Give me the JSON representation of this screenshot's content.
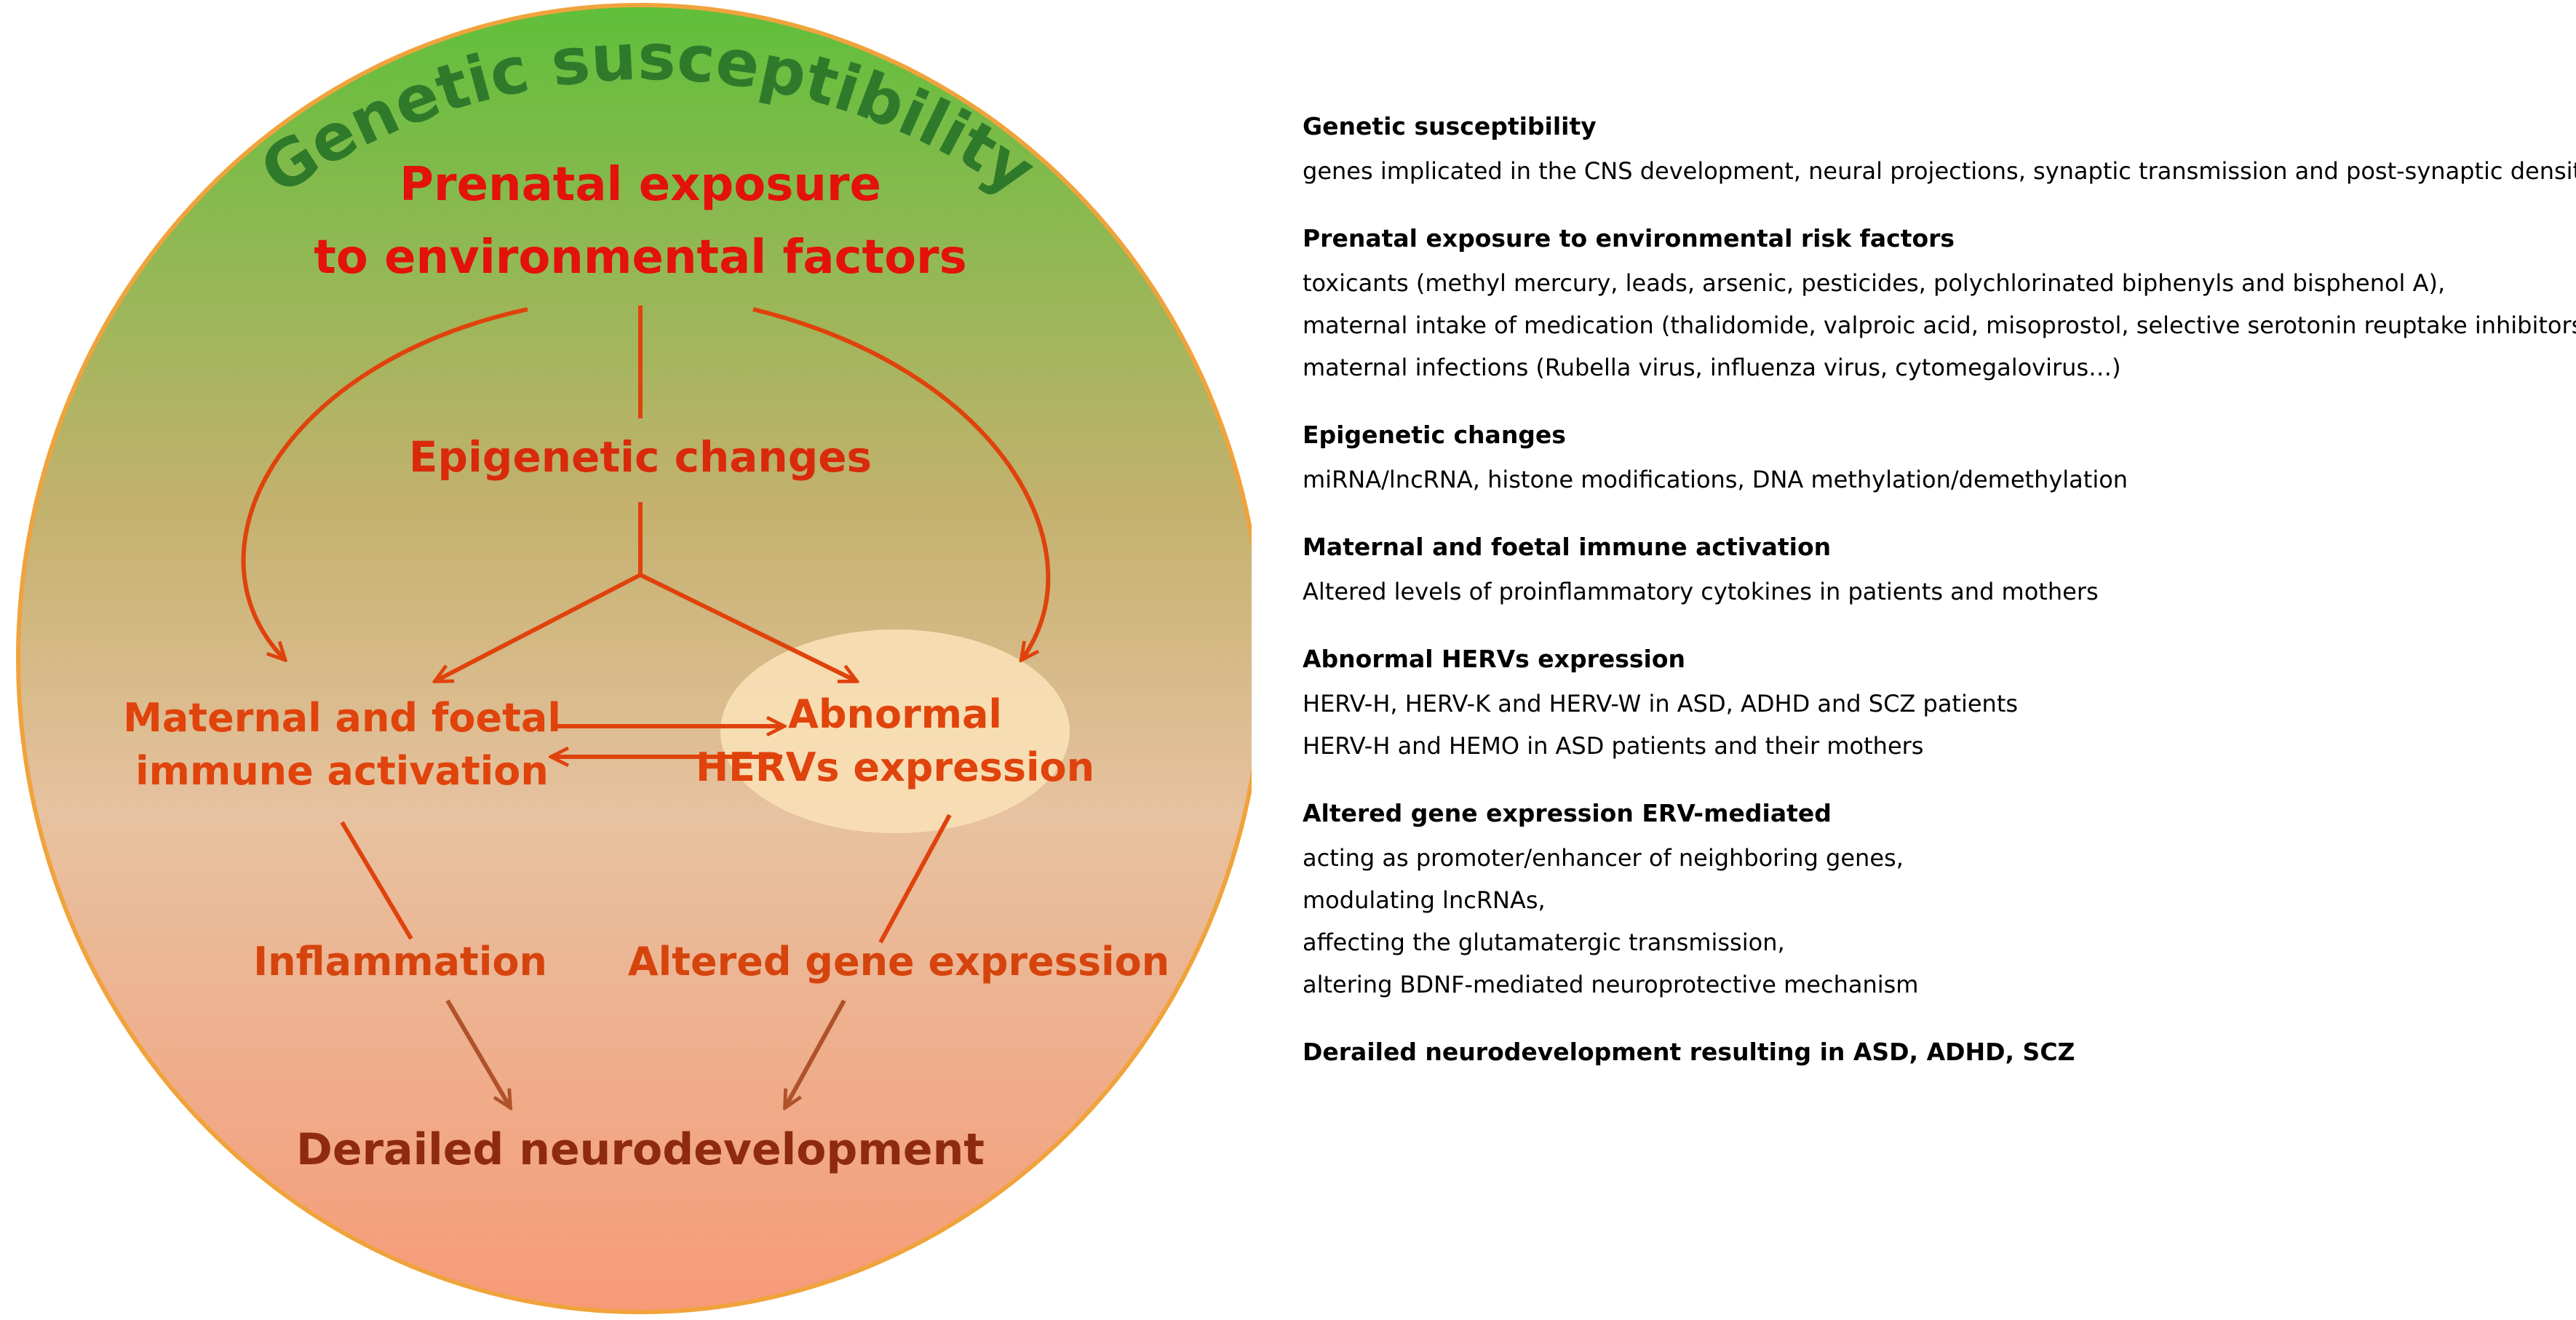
{
  "diagram": {
    "arc_title": "Genetic susceptibility",
    "prenatal_line1": "Prenatal exposure",
    "prenatal_line2": "to environmental factors",
    "epigenetic": "Epigenetic changes",
    "maternal_line1": "Maternal and foetal",
    "maternal_line2": "immune activation",
    "hervs_line1": "Abnormal",
    "hervs_line2": "HERVs expression",
    "inflammation": "Inflammation",
    "altered_gene": "Altered gene expression",
    "derailed": "Derailed neurodevelopment"
  },
  "legend": {
    "sections": [
      {
        "title": "Genetic susceptibility",
        "lines": [
          "genes implicated in the CNS development, neural projections, synaptic transmission and post-synaptic density"
        ]
      },
      {
        "title": "Prenatal exposure to environmental risk factors",
        "lines": [
          "toxicants (methyl mercury, leads, arsenic, pesticides, polychlorinated biphenyls and bisphenol A),",
          "maternal intake of medication (thalidomide, valproic acid, misoprostol, selective serotonin reuptake inhibitors)",
          "maternal infections (Rubella virus, influenza virus, cytomegalovirus…)"
        ]
      },
      {
        "title": "Epigenetic changes",
        "lines": [
          "miRNA/lncRNA, histone modifications, DNA methylation/demethylation"
        ]
      },
      {
        "title": "Maternal and foetal immune activation",
        "lines": [
          "Altered levels of proinflammatory cytokines in patients and mothers"
        ]
      },
      {
        "title": "Abnormal HERVs expression",
        "lines": [
          "HERV-H, HERV-K and HERV-W in ASD, ADHD and SCZ patients",
          "HERV-H and HEMO in ASD patients and their mothers"
        ]
      },
      {
        "title": "Altered gene expression ERV-mediated",
        "lines": [
          "acting as promoter/enhancer of neighboring genes,",
          "modulating lncRNAs,",
          "affecting  the glutamatergic transmission,",
          "altering BDNF-mediated neuroprotective mechanism"
        ]
      },
      {
        "title": "Derailed neurodevelopment resulting in ASD, ADHD, SCZ",
        "lines": []
      }
    ]
  },
  "colors": {
    "circle_top": "#5fbf3a",
    "circle_mid": "#c9ab6e",
    "circle_bottom": "#f79a78",
    "arrow": "#e0420c",
    "arrow_brown": "#b0532a",
    "hervs_ellipse": "#fae0b6"
  }
}
